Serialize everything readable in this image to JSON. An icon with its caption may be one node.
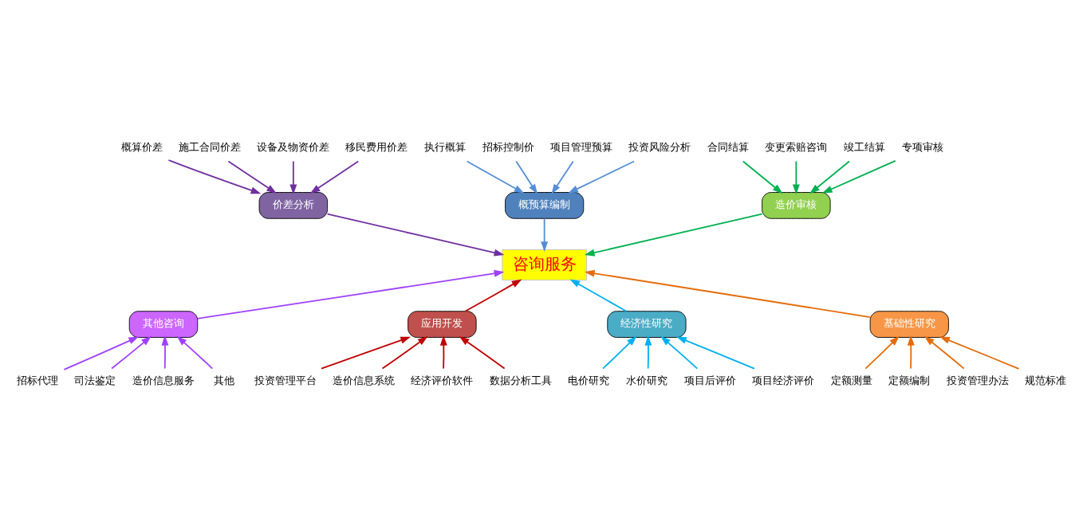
{
  "diagram": {
    "nodes": [
      {
        "text": [
          "造价审核"
        ]
      },
      {
        "text": [
          "价差分析"
        ]
      },
      {
        "text": [
          "概预算编制"
        ]
      },
      {
        "text": [
          "合同结算"
        ]
      },
      {
        "text": [
          "变更索赔咨询"
        ]
      },
      {
        "text": [
          "竣工结算"
        ]
      },
      {
        "text": [
          "专项审核"
        ]
      },
      {
        "text": [
          "概算价差"
        ]
      },
      {
        "text": [
          "施工合同价差"
        ]
      },
      {
        "text": [
          "设备及物资价差"
        ]
      },
      {
        "text": [
          "移民费用价差"
        ]
      },
      {
        "text": [
          "执行概算"
        ]
      },
      {
        "text": [
          "招标控制价"
        ]
      },
      {
        "text": [
          "项目管理预算"
        ]
      },
      {
        "text": [
          "投资风险分析"
        ]
      },
      {
        "text": [
          "咨询服务"
        ]
      },
      {
        "text": [
          "招标代理"
        ]
      },
      {
        "text": [
          "司法鉴定"
        ]
      },
      {
        "text": [
          "造价信息服务"
        ]
      },
      {
        "text": [
          "其他"
        ]
      },
      {
        "text": [
          "投资管理平台"
        ]
      },
      {
        "text": [
          "造价信息系统"
        ]
      },
      {
        "text": [
          "经济评价软件"
        ]
      },
      {
        "text": [
          "数据分析工具"
        ]
      },
      {
        "text": [
          "电价研究"
        ]
      },
      {
        "text": [
          "水价研究"
        ]
      },
      {
        "text": [
          "项目后评价"
        ]
      },
      {
        "text": [
          "项目经济评价"
        ]
      },
      {
        "text": [
          "定额测量"
        ]
      },
      {
        "text": [
          "定额编制"
        ]
      },
      {
        "text": [
          "投资管理办法"
        ]
      },
      {
        "text": [
          "规范标准"
        ]
      },
      {
        "text": [
          "其他咨询"
        ]
      },
      {
        "text": [
          "应用开发"
        ]
      },
      {
        "text": [
          "经济性研究"
        ]
      },
      {
        "text": [
          "基础性研究"
        ]
      }
    ],
    "edges": [
      {
        "from": 0,
        "to": 15,
        "arrow": "to",
        "color": "#00b050"
      },
      {
        "from": 3,
        "to": 0,
        "arrow": "to",
        "color": "#00b050"
      },
      {
        "from": 4,
        "to": 0,
        "arrow": "to",
        "color": "#00b050"
      },
      {
        "from": 5,
        "to": 0,
        "arrow": "to",
        "color": "#00b050"
      },
      {
        "from": 6,
        "to": 0,
        "arrow": "to",
        "color": "#00b050"
      },
      {
        "from": 1,
        "to": 15,
        "arrow": "to",
        "color": "#7030a0"
      },
      {
        "from": 7,
        "to": 1,
        "arrow": "to",
        "color": "#7030a0"
      },
      {
        "from": 8,
        "to": 1,
        "arrow": "to",
        "color": "#7030a0"
      },
      {
        "from": 9,
        "to": 1,
        "arrow": "to",
        "color": "#7030a0"
      },
      {
        "from": 10,
        "to": 1,
        "arrow": "to",
        "color": "#7030a0"
      },
      {
        "from": 2,
        "to": 15,
        "arrow": "to",
        "color": "#558ed5"
      },
      {
        "from": 11,
        "to": 2,
        "arrow": "to",
        "color": "#558ed5"
      },
      {
        "from": 12,
        "to": 2,
        "arrow": "to",
        "color": "#558ed5"
      },
      {
        "from": 13,
        "to": 2,
        "arrow": "to",
        "color": "#558ed5"
      },
      {
        "from": 14,
        "to": 2,
        "arrow": "to",
        "color": "#558ed5"
      },
      {
        "from": 32,
        "to": 15,
        "arrow": "to",
        "color": "#a040ff"
      },
      {
        "from": 16,
        "to": 32,
        "arrow": "to",
        "color": "#a040ff"
      },
      {
        "from": 17,
        "to": 32,
        "arrow": "to",
        "color": "#a040ff"
      },
      {
        "from": 18,
        "to": 32,
        "arrow": "to",
        "color": "#a040ff"
      },
      {
        "from": 19,
        "to": 32,
        "arrow": "to",
        "color": "#a040ff"
      },
      {
        "from": 33,
        "to": 15,
        "arrow": "to",
        "color": "#c00000"
      },
      {
        "from": 20,
        "to": 33,
        "arrow": "to",
        "color": "#c00000"
      },
      {
        "from": 21,
        "to": 33,
        "arrow": "to",
        "color": "#c00000"
      },
      {
        "from": 22,
        "to": 33,
        "arrow": "to",
        "color": "#c00000"
      },
      {
        "from": 23,
        "to": 33,
        "arrow": "to",
        "color": "#c00000"
      },
      {
        "from": 34,
        "to": 15,
        "arrow": "to",
        "color": "#00b0f0"
      },
      {
        "from": 24,
        "to": 34,
        "arrow": "to",
        "color": "#00b0f0"
      },
      {
        "from": 25,
        "to": 34,
        "arrow": "to",
        "color": "#00b0f0"
      },
      {
        "from": 26,
        "to": 34,
        "arrow": "to",
        "color": "#00b0f0"
      },
      {
        "from": 27,
        "to": 34,
        "arrow": "to",
        "color": "#00b0f0"
      },
      {
        "from": 35,
        "to": 15,
        "arrow": "to",
        "color": "#e46c0a"
      },
      {
        "from": 28,
        "to": 35,
        "arrow": "to",
        "color": "#e46c0a"
      },
      {
        "from": 29,
        "to": 35,
        "arrow": "to",
        "color": "#e46c0a"
      },
      {
        "from": 30,
        "to": 35,
        "arrow": "to",
        "color": "#e46c0a"
      },
      {
        "from": 31,
        "to": 35,
        "arrow": "to",
        "color": "#e46c0a"
      }
    ]
  }
}
